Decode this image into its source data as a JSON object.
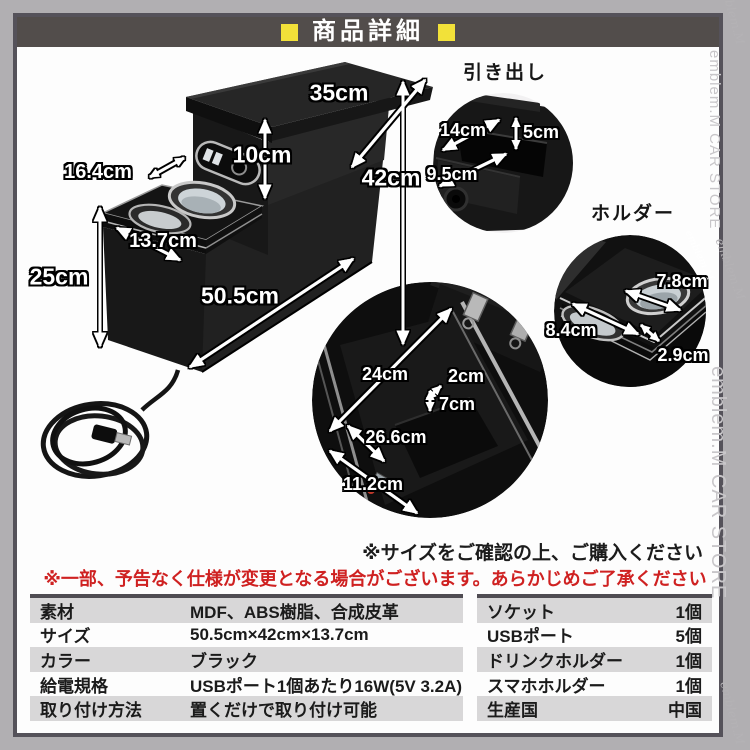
{
  "header": {
    "title": "商品詳細"
  },
  "product": {
    "dimensions": {
      "lid_length": "35cm",
      "lid_front_height": "10cm",
      "total_height": "42cm",
      "console_top_width": "16.4cm",
      "console_depth": "13.7cm",
      "console_height": "25cm",
      "total_length": "50.5cm"
    },
    "drawer": {
      "title": "引き出し",
      "width": "14cm",
      "height": "5cm",
      "depth": "9.5cm"
    },
    "holder": {
      "title": "ホルダー",
      "cup_diameter": "7.8cm",
      "tray_length": "8.4cm",
      "tray_depth": "2.9cm"
    },
    "interior": {
      "length": "24cm",
      "gap": "2cm",
      "step_height": "7cm",
      "diagonal": "26.6cm",
      "width": "11.2cm"
    }
  },
  "notes": {
    "confirm": "※サイズをご確認の上、ご購入ください",
    "disclaimer": "※一部、予告なく仕様が変更となる場合がございます。あらかじめご了承ください"
  },
  "spec_left": {
    "rows": [
      {
        "label": "素材",
        "value": "MDF、ABS樹脂、合成皮革"
      },
      {
        "label": "サイズ",
        "value": "50.5cm×42cm×13.7cm"
      },
      {
        "label": "カラー",
        "value": "ブラック"
      },
      {
        "label": "給電規格",
        "value": "USBポート1個あたり16W(5V 3.2A)"
      },
      {
        "label": "取り付け方法",
        "value": "置くだけで取り付け可能"
      }
    ]
  },
  "spec_right": {
    "rows": [
      {
        "label": "ソケット",
        "value": "1個"
      },
      {
        "label": "USBポート",
        "value": "5個"
      },
      {
        "label": "ドリンクホルダー",
        "value": "1個"
      },
      {
        "label": "スマホホルダー",
        "value": "1個"
      },
      {
        "label": "生産国",
        "value": "中国"
      }
    ]
  },
  "watermark": {
    "store": "emblem.M CAR STORE",
    "script": "emblem.M"
  },
  "colors": {
    "accent_yellow": "#f2e139",
    "note_red": "#cf2121",
    "header_bg": "#524d4b",
    "row_gray": "#d8d7d8"
  }
}
